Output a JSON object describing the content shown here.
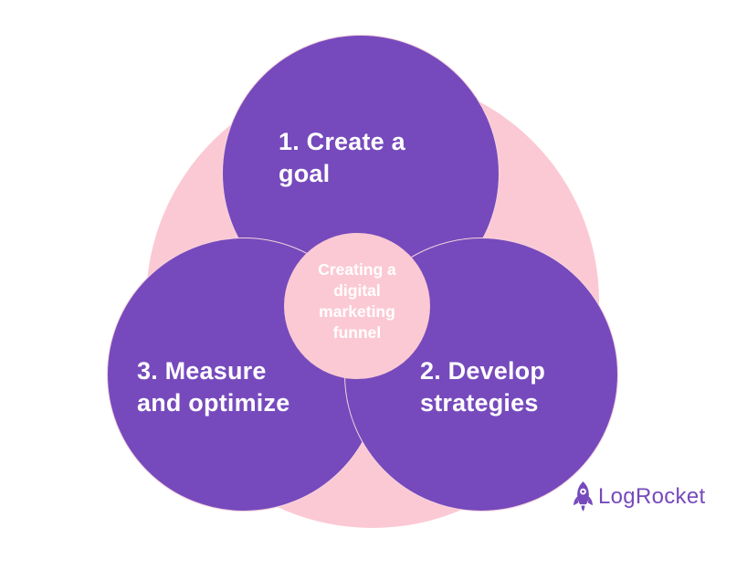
{
  "diagram": {
    "title_semantic": "digital-marketing-funnel-venn-diagram",
    "center_label": "Creating a\ndigital\nmarketing\nfunnel",
    "steps": {
      "create_goal": {
        "label": "1. Create a\ngoal"
      },
      "develop_strategies": {
        "label": "2. Develop\nstrategies"
      },
      "measure_optimize": {
        "label": "3. Measure\nand optimize"
      }
    },
    "colors": {
      "circle_purple": "#764ABC",
      "background_pink": "#FBC9D4",
      "circle_outline": "#F6D2DD",
      "label_text": "#FFFFFF"
    }
  },
  "branding": {
    "logo_text": "LogRocket",
    "logo_color": "#764ABC",
    "icon": "rocket-icon"
  }
}
